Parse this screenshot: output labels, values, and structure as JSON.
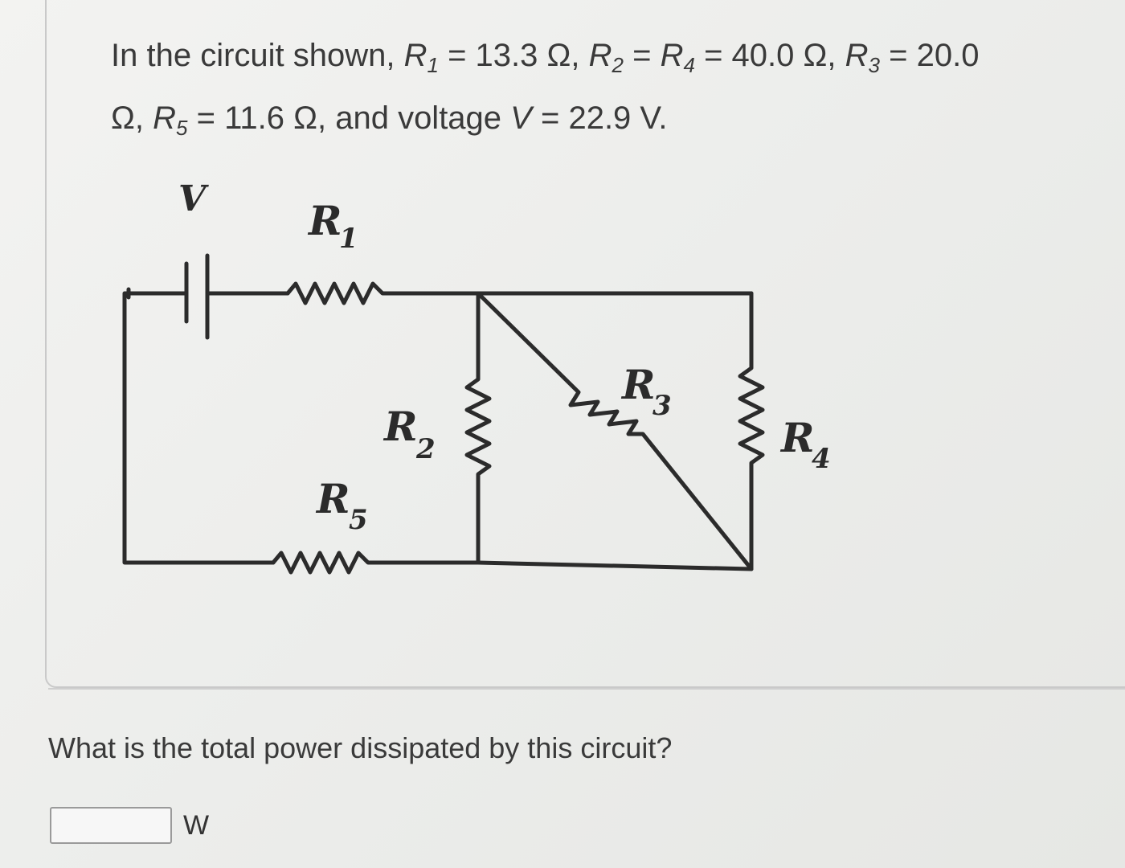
{
  "problem": {
    "prefix": "In the circuit shown, ",
    "r1_sym": "R",
    "r1_sub": "1",
    "r1_val": " = 13.3 Ω, ",
    "r2_sym": "R",
    "r2_sub": "2",
    "eq1": " = ",
    "r4_sym": "R",
    "r4_sub": "4",
    "r4_val": " = 40.0 Ω, ",
    "r3_sym": "R",
    "r3_sub": "3",
    "r3_val": " = 20.0",
    "line2_ohm": "Ω, ",
    "r5_sym": "R",
    "r5_sub": "5",
    "r5_val": " = 11.6 Ω, and voltage ",
    "v_sym": "V",
    "v_val": " = 22.9 V."
  },
  "circuit_labels": {
    "v": "V",
    "r1": "R",
    "r1_sub": "1",
    "r2": "R",
    "r2_sub": "2",
    "r3": "R",
    "r3_sub": "3",
    "r4": "R",
    "r4_sub": "4",
    "r5": "R",
    "r5_sub": "5"
  },
  "question": {
    "text": "What is the total power dissipated by this circuit?",
    "answer_value": "",
    "unit": "W"
  }
}
